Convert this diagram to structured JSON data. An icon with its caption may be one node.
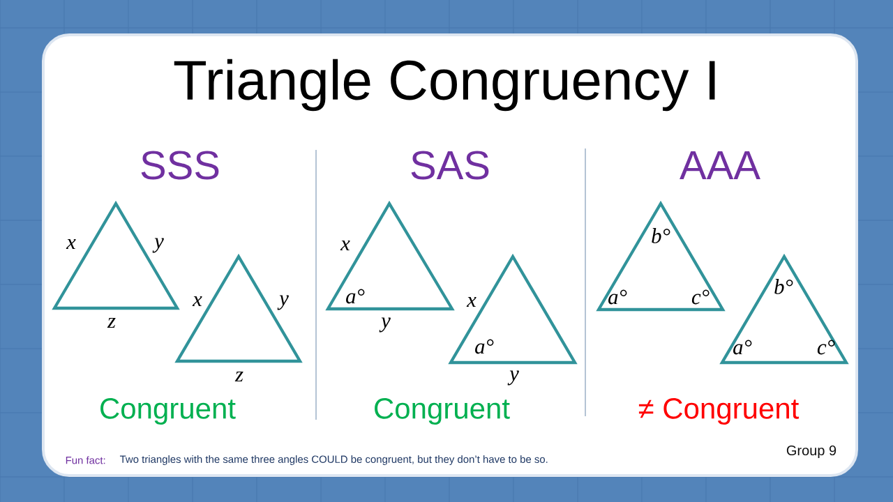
{
  "diagram": {
    "title": "Triangle Congruency I",
    "nodes": [
      {
        "text": [],
        "shape": "triangle",
        "beside": [
          "x",
          "y",
          "z"
        ]
      },
      {
        "text": [],
        "shape": "triangle",
        "beside": [
          "x",
          "y",
          "z"
        ]
      },
      {
        "text": [
          "a°"
        ],
        "beside": [
          "x",
          "y"
        ]
      },
      {
        "text": [
          "a°"
        ],
        "beside": [
          "x",
          "y"
        ]
      },
      {
        "text": [
          "b°",
          "a°",
          "c°"
        ]
      },
      {
        "text": [
          "b°",
          "a°",
          "c°"
        ]
      }
    ],
    "labels": [
      "SSS",
      "SAS",
      "AAA",
      "Congruent",
      "Congruent",
      "≠ Congruent",
      "Fun fact:",
      "Two triangles with the same three angles COULD be congruent, but they don’t have to be so.",
      "Group 9"
    ]
  }
}
